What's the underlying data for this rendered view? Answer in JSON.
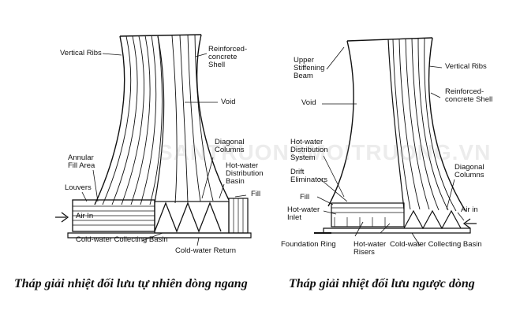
{
  "watermark": "SANTRUONGMOITRUONG.VN",
  "left_diagram": {
    "caption": "Tháp giải nhiệt đối lưu tự nhiên dòng ngang",
    "labels": {
      "vertical_ribs": "Vertical Ribs",
      "shell": "Reinforced-\nconcrete\nShell",
      "void": "Void",
      "diagonal_columns": "Diagonal\nColumns",
      "annular_fill_area": "Annular\nFill Area",
      "hot_water_basin": "Hot-water\nDistribution\nBasin",
      "louvers": "Louvers",
      "fill": "Fill",
      "air_in": "Air In",
      "cold_water_basin": "Cold-water Collecting Basin",
      "cold_water_return": "Cold-water Return"
    }
  },
  "right_diagram": {
    "caption": "Tháp giải nhiệt đối lưu ngược dòng",
    "labels": {
      "upper_beam": "Upper\nStiffening\nBeam",
      "vertical_ribs": "Vertical Ribs",
      "shell": "Reinforced-\nconcrete Shell",
      "void": "Void",
      "hot_water_system": "Hot-water\nDistribution\nSystem",
      "drift_eliminators": "Drift\nEliminators",
      "diagonal_columns": "Diagonal\nColumns",
      "fill": "Fill",
      "hot_water_inlet": "Hot-water\nInlet",
      "air_in": "Air in",
      "foundation_ring": "Foundation Ring",
      "hot_water_risers": "Hot-water\nRisers",
      "cold_water_basin": "Cold-water Collecting Basin"
    }
  }
}
